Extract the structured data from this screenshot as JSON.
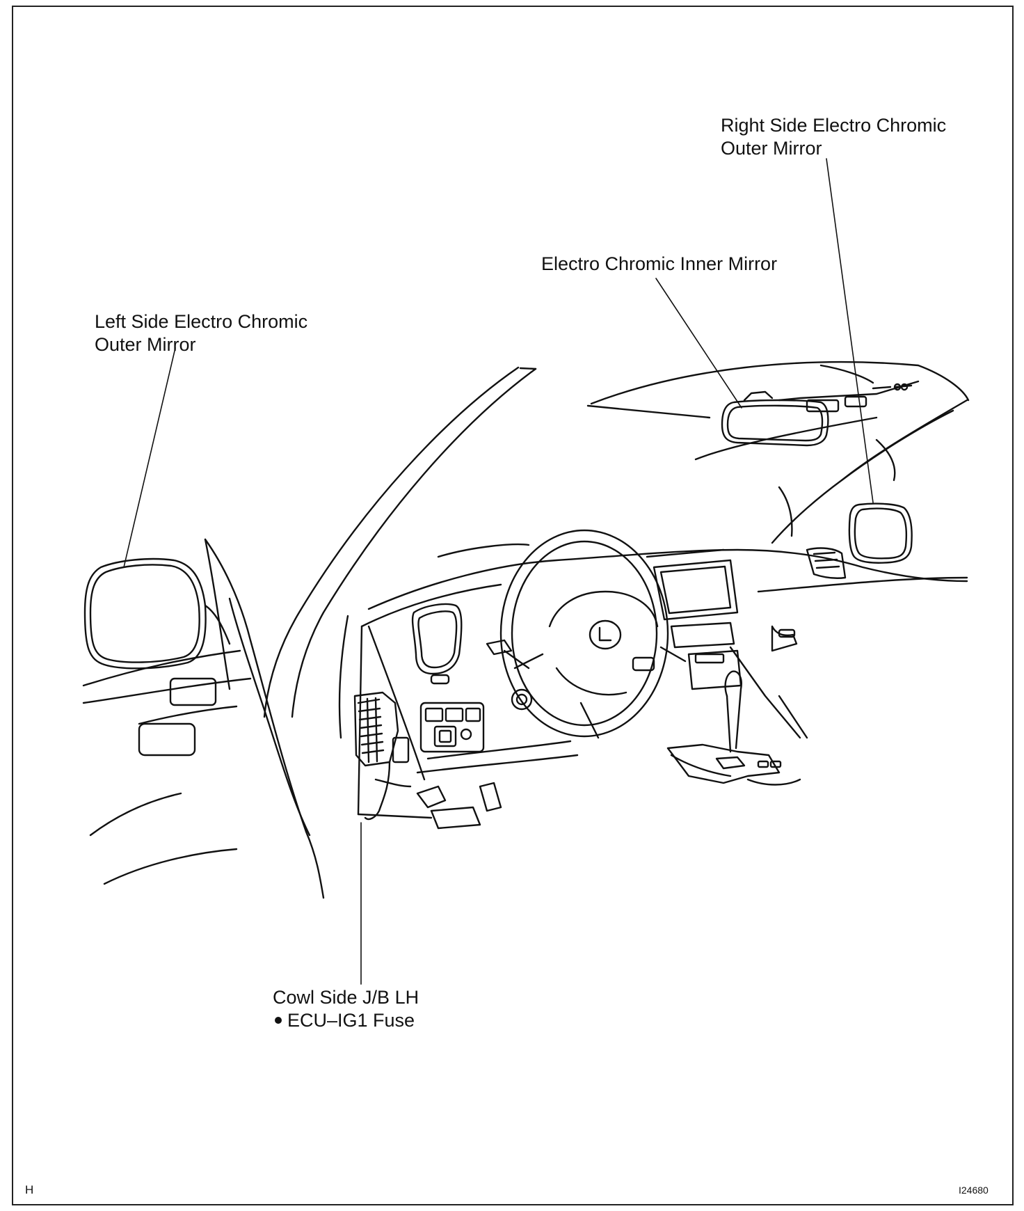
{
  "callouts": {
    "right_outer_mirror": {
      "line1": "Right Side Electro Chromic",
      "line2": "Outer Mirror"
    },
    "inner_mirror": {
      "line1": "Electro Chromic Inner Mirror"
    },
    "left_outer_mirror": {
      "line1": "Left Side Electro Chromic",
      "line2": "Outer Mirror"
    },
    "junction_block": {
      "line1": "Cowl Side J/B LH",
      "line2": "ECU–IG1 Fuse"
    }
  },
  "corner_left": "H",
  "corner_right": "I24680",
  "colors": {
    "ink": "#111111",
    "paper": "#ffffff"
  },
  "icons": {
    "bullet": "filled-circle",
    "steering_emblem": "lexus-emblem"
  }
}
